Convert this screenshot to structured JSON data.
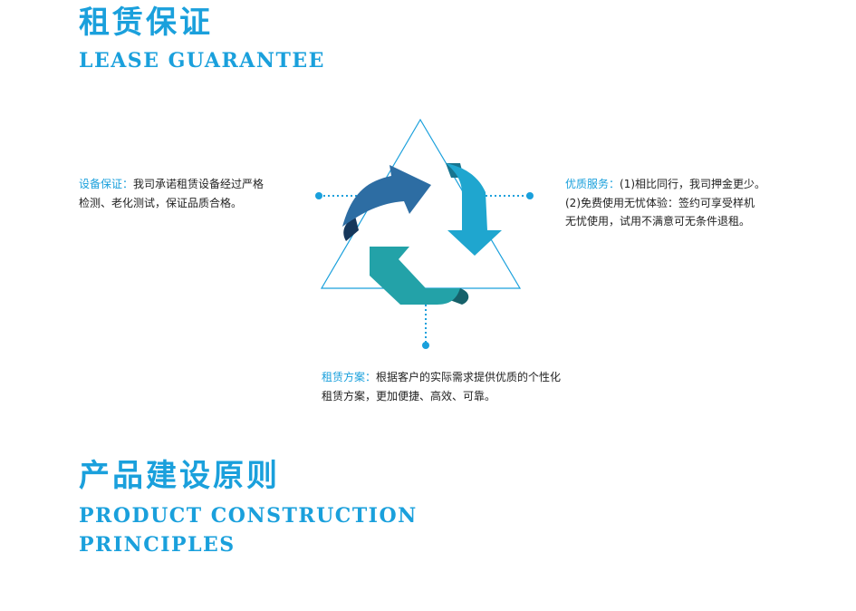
{
  "section1": {
    "title_cn": "租赁保证",
    "title_en": "LEASE GUARANTEE"
  },
  "blocks": {
    "equipment": {
      "label": "设备保证：",
      "line1": "我司承诺租赁设备经过严格",
      "line2": "检测、老化测试，保证品质合格。"
    },
    "service": {
      "label": "优质服务：",
      "line1": "(1)相比同行，我司押金更少。",
      "line2": "(2)免费使用无忧体验：签约可享受样机",
      "line3": "无忧使用，试用不满意可无条件退租。"
    },
    "plan": {
      "label": "租赁方案：",
      "line1": "根据客户的实际需求提供优质的个性化",
      "line2": "租赁方案，更加便捷、高效、可靠。"
    }
  },
  "section2": {
    "title_cn": "产品建设原则",
    "title_en_line1": "PRODUCT CONSTRUCTION",
    "title_en_line2": "PRINCIPLES"
  },
  "colors": {
    "accent": "#1aa0dc",
    "arrow_dark": "#2d6da3",
    "arrow_light": "#1fa6cf",
    "arrow_teal": "#23a2a8"
  }
}
